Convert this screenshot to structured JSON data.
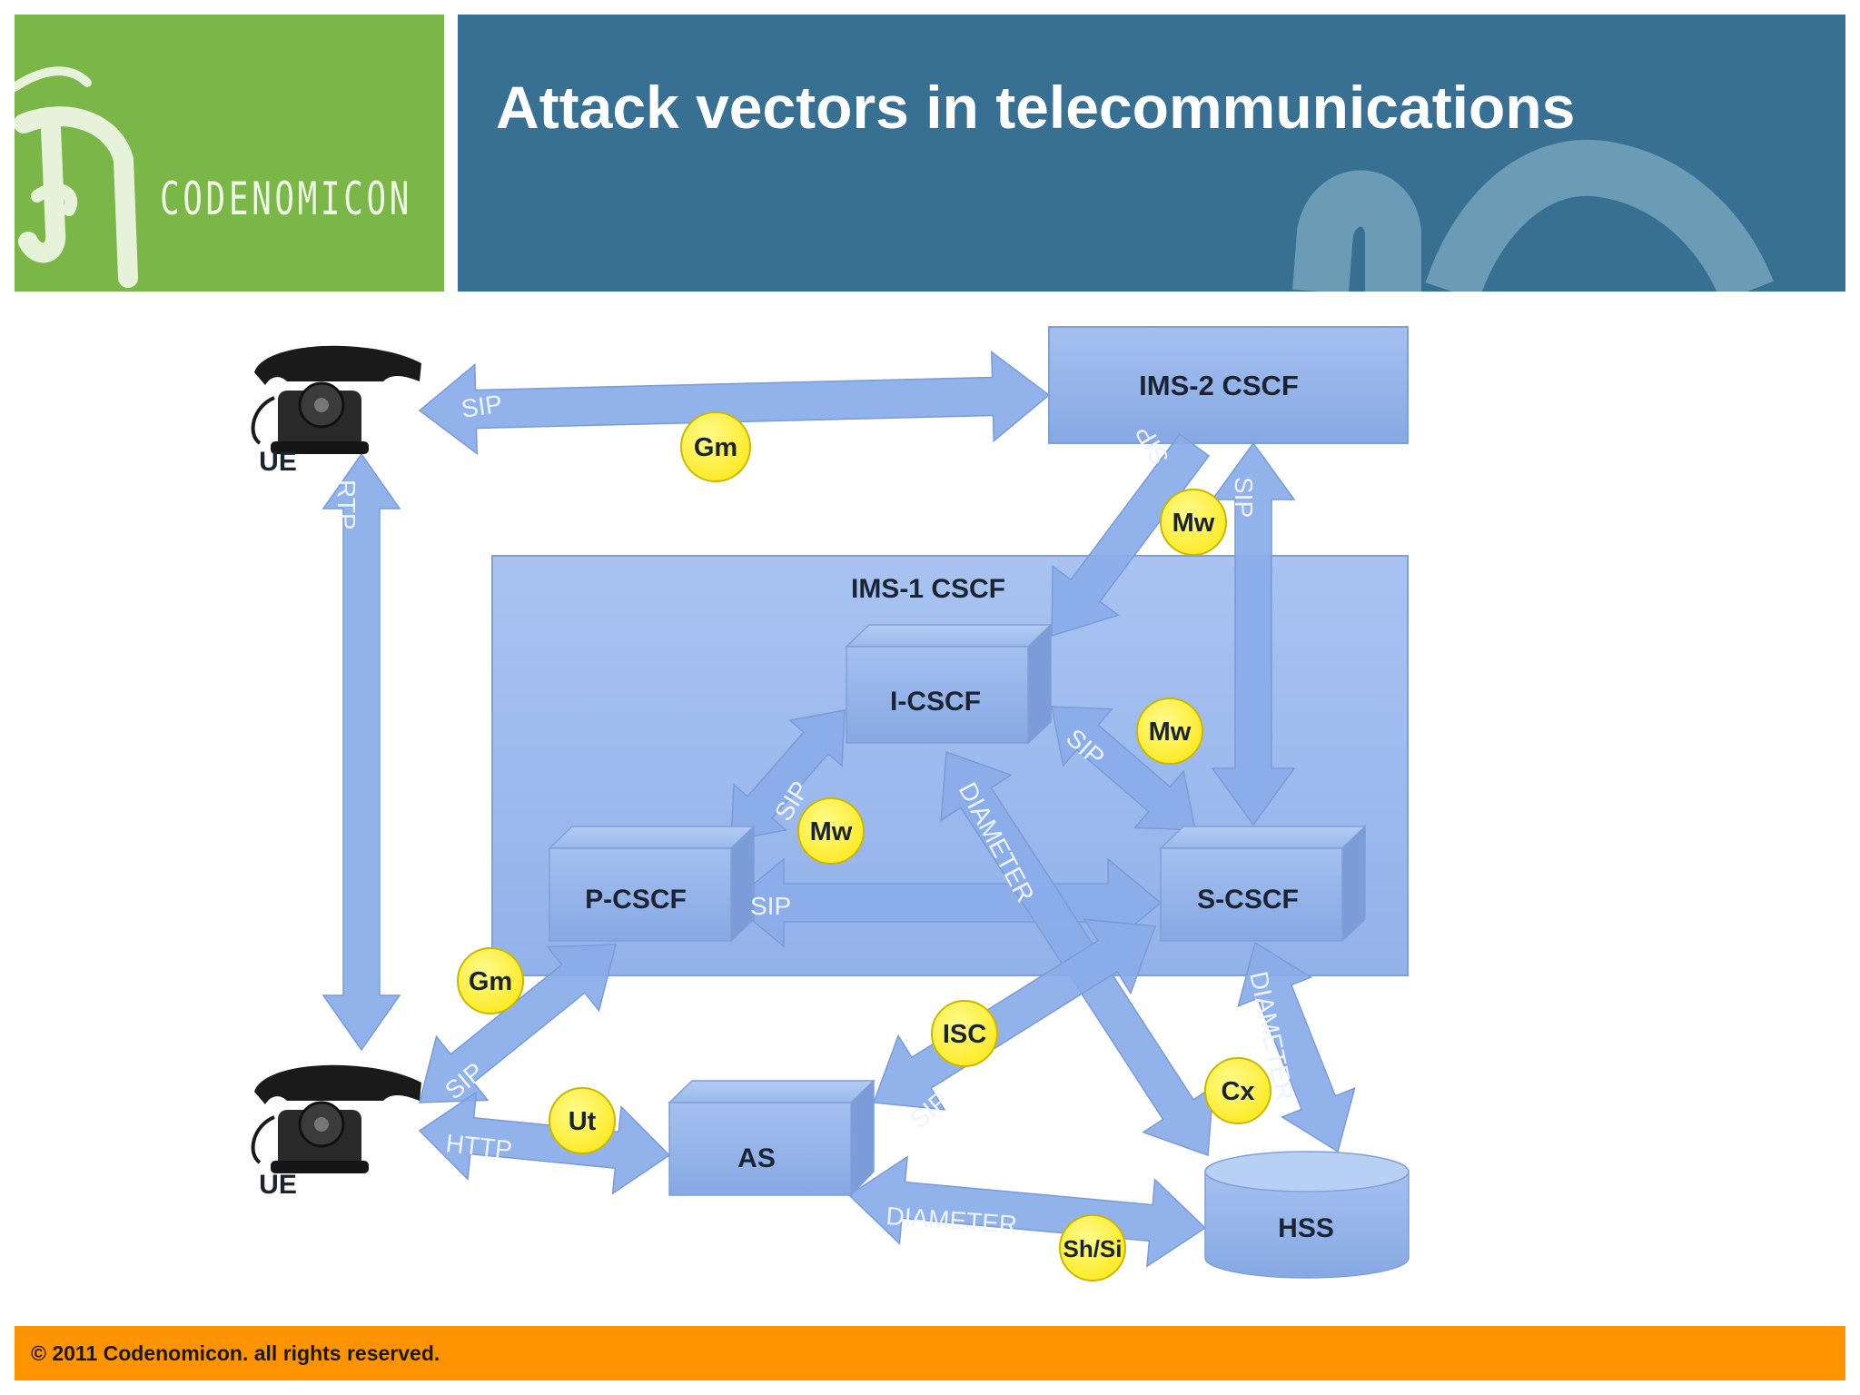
{
  "header": {
    "title": "Attack vectors in telecommunications",
    "brand": "CODENOMICON"
  },
  "footer": {
    "copyright": "© 2011 Codenomicon. all rights reserved."
  },
  "colors": {
    "logo_green": "#7ab648",
    "title_blue": "#377093",
    "footer_orange": "#ff9400",
    "node_blue": "#8fb2ec",
    "interface_yellow": "#fff233"
  },
  "diagram": {
    "ue_top": "UE",
    "ue_bottom": "UE",
    "ims1": "IMS-1 CSCF",
    "ims2": "IMS-2 CSCF",
    "icscf": "I-CSCF",
    "pcscf": "P-CSCF",
    "scscf": "S-CSCF",
    "as": "AS",
    "hss": "HSS",
    "labels": {
      "sip_top": "SIP",
      "rtp": "RTP",
      "sip_ims2_down": "SIP",
      "sip_ims2_up": "SIP",
      "sip_p_i": "SIP",
      "sip_i_s": "SIP",
      "sip_p_s": "SIP",
      "diameter_i_hss": "DIAMETER",
      "diameter_s_hss": "DIAMETER",
      "sip_ue_p": "SIP",
      "http": "HTTP",
      "sip_as_s": "SIP",
      "diameter_as_hss": "DIAMETER"
    },
    "interfaces": {
      "gm_top": "Gm",
      "mw_ims2": "Mw",
      "mw_i_s": "Mw",
      "mw_p_i": "Mw",
      "gm_bottom": "Gm",
      "isc": "ISC",
      "ut": "Ut",
      "cx": "Cx",
      "sh_si": "Sh/Si"
    }
  }
}
